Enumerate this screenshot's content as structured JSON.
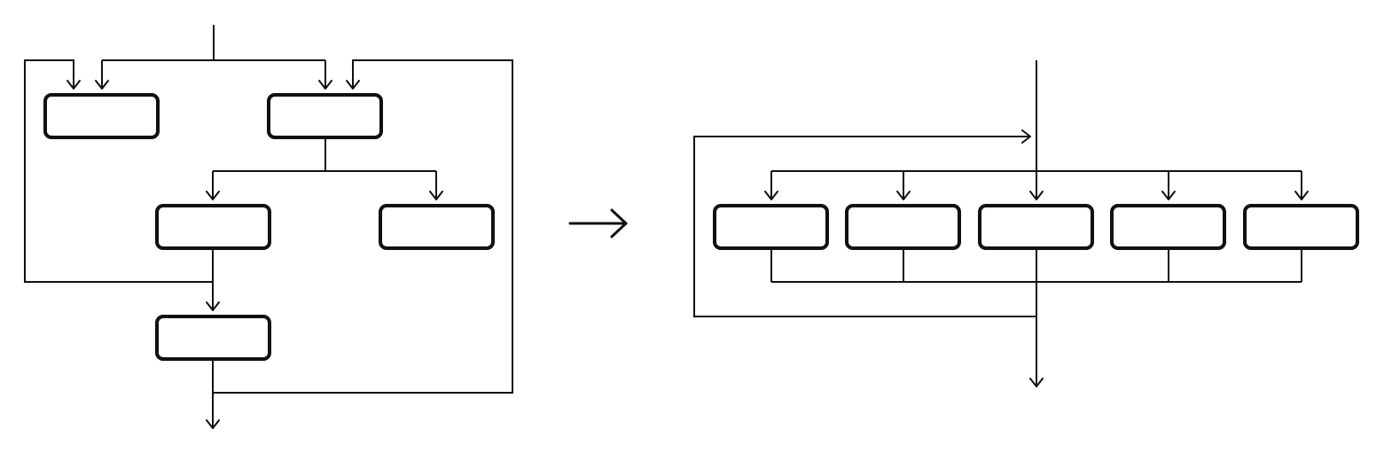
{
  "diagram": {
    "ink_color": "#111111",
    "background_color": "#ffffff",
    "left_graph": {
      "node_count": 5,
      "nodes": [
        {
          "id": "A",
          "label": ""
        },
        {
          "id": "B",
          "label": ""
        },
        {
          "id": "C",
          "label": ""
        },
        {
          "id": "D",
          "label": ""
        },
        {
          "id": "E",
          "label": ""
        }
      ],
      "edges": [
        {
          "from": "input",
          "to": "A"
        },
        {
          "from": "input",
          "to": "B"
        },
        {
          "from": "B",
          "to": "C"
        },
        {
          "from": "B",
          "to": "D"
        },
        {
          "from": "C",
          "to": "E"
        },
        {
          "from": "C",
          "to": "A",
          "kind": "feedback"
        },
        {
          "from": "E",
          "to": "output"
        },
        {
          "from": "E",
          "to": "B",
          "kind": "feedback"
        }
      ]
    },
    "transform_icon": "right-arrow-icon",
    "right_graph": {
      "node_count": 5,
      "nodes": [
        {
          "id": "P1",
          "label": ""
        },
        {
          "id": "P2",
          "label": ""
        },
        {
          "id": "P3",
          "label": ""
        },
        {
          "id": "P4",
          "label": ""
        },
        {
          "id": "P5",
          "label": ""
        }
      ],
      "edges": [
        {
          "from": "input",
          "to": "broadcast"
        },
        {
          "from": "broadcast",
          "to": "P1"
        },
        {
          "from": "broadcast",
          "to": "P2"
        },
        {
          "from": "broadcast",
          "to": "P3"
        },
        {
          "from": "broadcast",
          "to": "P4"
        },
        {
          "from": "broadcast",
          "to": "P5"
        },
        {
          "from": "P1",
          "to": "merge"
        },
        {
          "from": "P2",
          "to": "merge"
        },
        {
          "from": "P3",
          "to": "merge"
        },
        {
          "from": "P4",
          "to": "merge"
        },
        {
          "from": "P5",
          "to": "merge"
        },
        {
          "from": "merge",
          "to": "input",
          "kind": "feedback"
        },
        {
          "from": "merge",
          "to": "output"
        }
      ]
    }
  }
}
